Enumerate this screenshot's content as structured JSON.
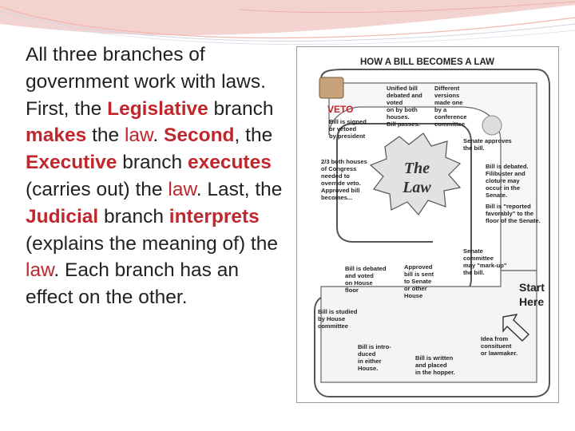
{
  "slide": {
    "paragraph": [
      {
        "t": "All three branches of government work with laws. First, the ",
        "s": "n"
      },
      {
        "t": "Legislative",
        "s": "hl"
      },
      {
        "t": " branch ",
        "s": "n"
      },
      {
        "t": "makes",
        "s": "hl"
      },
      {
        "t": " the ",
        "s": "n"
      },
      {
        "t": "law",
        "s": "rd"
      },
      {
        "t": ". ",
        "s": "n"
      },
      {
        "t": "Second",
        "s": "hl"
      },
      {
        "t": ", the ",
        "s": "n"
      },
      {
        "t": "Executive",
        "s": "hl"
      },
      {
        "t": " branch ",
        "s": "n"
      },
      {
        "t": "executes",
        "s": "hl"
      },
      {
        "t": " (carries out) the ",
        "s": "n"
      },
      {
        "t": "law",
        "s": "rd"
      },
      {
        "t": ". Last, the ",
        "s": "n"
      },
      {
        "t": "Judicial",
        "s": "hl"
      },
      {
        "t": " branch ",
        "s": "n"
      },
      {
        "t": "interprets",
        "s": "hl"
      },
      {
        "t": " (explains the meaning of) the ",
        "s": "n"
      },
      {
        "t": "law",
        "s": "rd"
      },
      {
        "t": ". Each branch has an effect on the other.",
        "s": "n"
      }
    ]
  },
  "diagram": {
    "title": "HOW A BILL BECOMES A LAW",
    "center_label": [
      "The",
      "Law"
    ],
    "start_label": [
      "Start",
      "Here"
    ],
    "veto_label": "VETO",
    "steps": [
      {
        "name": "step-idea",
        "lines": [
          "Idea from",
          "consituent",
          "or lawmaker."
        ]
      },
      {
        "name": "step-hopper",
        "lines": [
          "Bill is written",
          "and placed",
          "in the hopper."
        ]
      },
      {
        "name": "step-introduced",
        "lines": [
          "Bill is intro-",
          "duced",
          "in either",
          "House."
        ]
      },
      {
        "name": "step-house-committee",
        "lines": [
          "Bill is studied",
          "by House",
          "committee"
        ]
      },
      {
        "name": "step-house-floor",
        "lines": [
          "Bill is debated",
          "and voted",
          "on House",
          "floor"
        ]
      },
      {
        "name": "step-sent-senate",
        "lines": [
          "Approved",
          "bill is sent",
          "to Senate",
          "or other",
          "House"
        ]
      },
      {
        "name": "step-senate-committee",
        "lines": [
          "Senate",
          "committee",
          "may \"mark-up\"",
          "the bill."
        ]
      },
      {
        "name": "step-reported",
        "lines": [
          "Bill is \"reported",
          "favorably\" to the",
          "floor of the Senate."
        ]
      },
      {
        "name": "step-senate-debate",
        "lines": [
          "Bill is debated.",
          "Filibuster and",
          "cloture may",
          "occur in the",
          "Senate."
        ]
      },
      {
        "name": "step-senate-approves",
        "lines": [
          "Senate approves",
          "the bill."
        ]
      },
      {
        "name": "step-conference",
        "lines": [
          "Different",
          "versions",
          "made one",
          "by a",
          "conference",
          "committee"
        ]
      },
      {
        "name": "step-unified",
        "lines": [
          "Unified bill",
          "debated and",
          "voted",
          "on by both",
          "houses.",
          "Bill passes."
        ]
      },
      {
        "name": "step-signed",
        "lines": [
          "Bill is signed",
          "or vetoed",
          "by president"
        ]
      },
      {
        "name": "step-override",
        "lines": [
          "2/3 both houses",
          "of Congress",
          "needed to",
          "override veto.",
          "Approved bill",
          "becomes..."
        ]
      }
    ]
  }
}
